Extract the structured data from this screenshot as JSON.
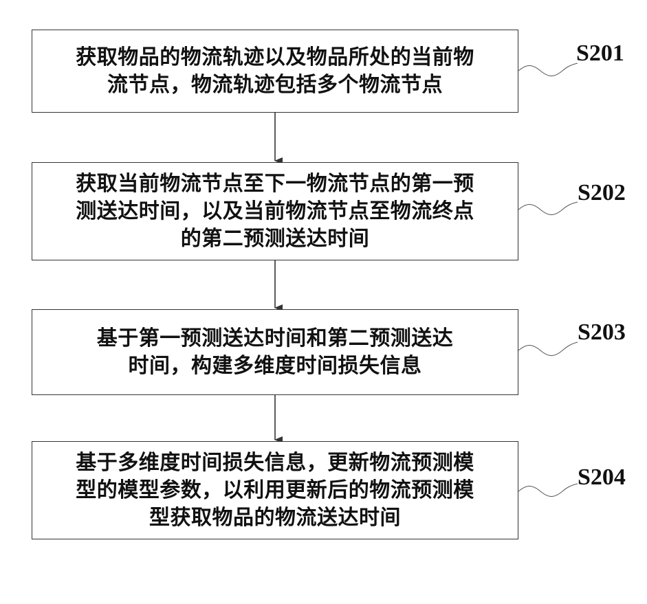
{
  "steps": [
    {
      "id": "S201",
      "lines": [
        "获取物品的物流轨迹以及物品所处的当前物",
        "流节点，物流轨迹包括多个物流节点"
      ]
    },
    {
      "id": "S202",
      "lines": [
        "获取当前物流节点至下一物流节点的第一预",
        "测送达时间，以及当前物流节点至物流终点",
        "的第二预测送达时间"
      ]
    },
    {
      "id": "S203",
      "lines": [
        "基于第一预测送达时间和第二预测送达",
        "时间，构建多维度时间损失信息"
      ]
    },
    {
      "id": "S204",
      "lines": [
        "基于多维度时间损失信息，更新物流预测模",
        "型的模型参数，以利用更新后的物流预测模",
        "型获取物品的物流送达时间"
      ]
    }
  ],
  "colors": {
    "line": "#333333",
    "text": "#111111",
    "background": "#ffffff"
  }
}
